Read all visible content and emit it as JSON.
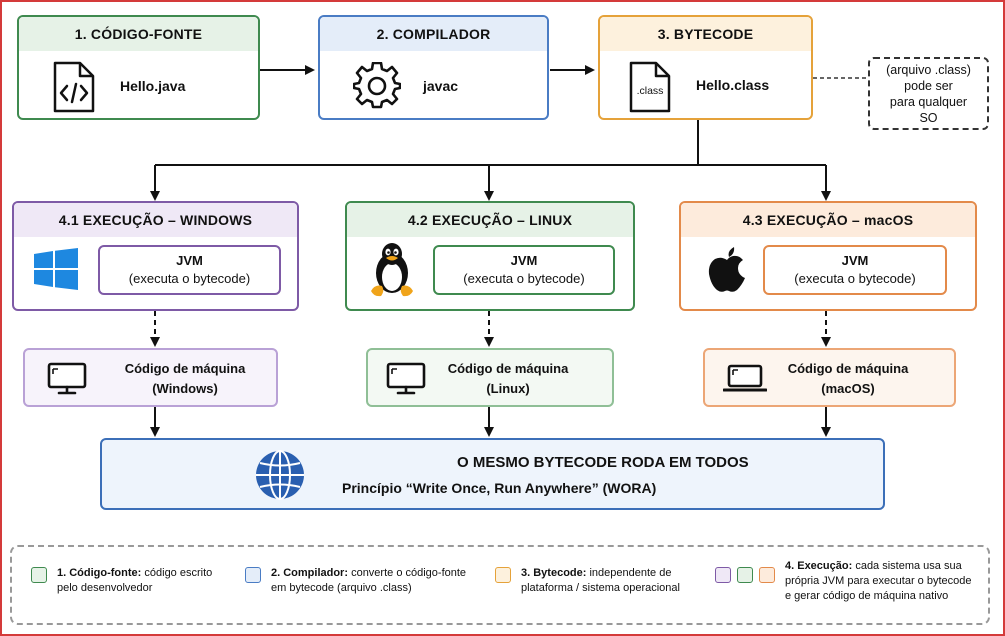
{
  "steps": {
    "source": {
      "title": "1. CÓDIGO-FONTE",
      "file": "Hello.java",
      "icon": "code-file-icon"
    },
    "compiler": {
      "title": "2. COMPILADOR",
      "tool": "javac",
      "icon": "gear-icon"
    },
    "bytecode": {
      "title": "3. BYTECODE",
      "file": "Hello.class",
      "file_badge": ".class",
      "icon": "class-file-icon"
    }
  },
  "note": {
    "line1": "(arquivo .class)",
    "line2": "pode ser",
    "line3": "para qualquer",
    "line4": "SO"
  },
  "execution": [
    {
      "title": "4.1 EXECUÇÃO – WINDOWS",
      "icon": "windows-logo-icon",
      "jvm": "JVM",
      "jvm_sub": "(executa o bytecode)",
      "machine": "Código de máquina",
      "machine_sub": "(Windows)",
      "machine_icon": "monitor-icon"
    },
    {
      "title": "4.2 EXECUÇÃO – LINUX",
      "icon": "tux-penguin-icon",
      "jvm": "JVM",
      "jvm_sub": "(executa o bytecode)",
      "machine": "Código de máquina",
      "machine_sub": "(Linux)",
      "machine_icon": "monitor-icon"
    },
    {
      "title": "4.3 EXECUÇÃO – macOS",
      "icon": "apple-logo-icon",
      "jvm": "JVM",
      "jvm_sub": "(executa o bytecode)",
      "machine": "Código de máquina",
      "machine_sub": "(macOS)",
      "machine_icon": "laptop-icon"
    }
  ],
  "result": {
    "title": "O MESMO BYTECODE RODA EM TODOS",
    "subtitle": "Princípio “Write Once, Run Anywhere” (WORA)",
    "icon": "globe-icon"
  },
  "legend": [
    {
      "bold": "1. Código-fonte:",
      "text": " código escrito",
      "line2": "pelo desenvolvedor"
    },
    {
      "bold": "2. Compilador:",
      "text": " converte o código-fonte",
      "line2": "em bytecode (arquivo .class)"
    },
    {
      "bold": "3. Bytecode:",
      "text": " independente de",
      "line2": "plataforma / sistema operacional"
    },
    {
      "bold": "4. Execução:",
      "text": " cada sistema usa sua",
      "line2": "própria JVM para executar o bytecode",
      "line3": "e gerar código de máquina nativo"
    }
  ],
  "colors": {
    "green": "#3f8a4f",
    "blue": "#4a7cc4",
    "orange": "#e5a23a",
    "purple": "#7e5aa6",
    "red_orange": "#e38a4a",
    "wora_blue": "#3c6fb8"
  }
}
